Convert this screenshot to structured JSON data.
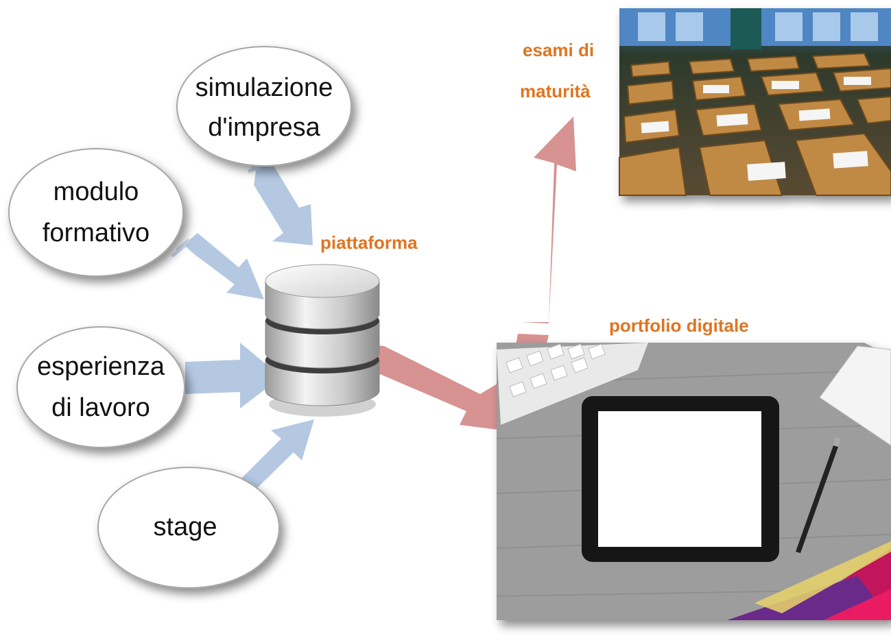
{
  "nodes": {
    "simulazione": {
      "line1": "simulazione",
      "line2": "d'impresa"
    },
    "modulo": {
      "line1": "modulo",
      "line2": "formativo"
    },
    "esperienza": {
      "line1": "esperienza",
      "line2": "di lavoro"
    },
    "stage": {
      "line1": "stage"
    }
  },
  "hub": {
    "label": "piattaforma",
    "icon": "database-icon"
  },
  "outputs": {
    "esami": {
      "line1": "esami di",
      "line2": "maturità",
      "image": "exam-classroom-photo"
    },
    "portfolio": {
      "label": "portfolio digitale",
      "image": "tablet-desk-photo"
    }
  },
  "colors": {
    "input_arrow": "#b4c8e2",
    "output_arrow": "#d79292",
    "label_orange": "#e0741f"
  }
}
